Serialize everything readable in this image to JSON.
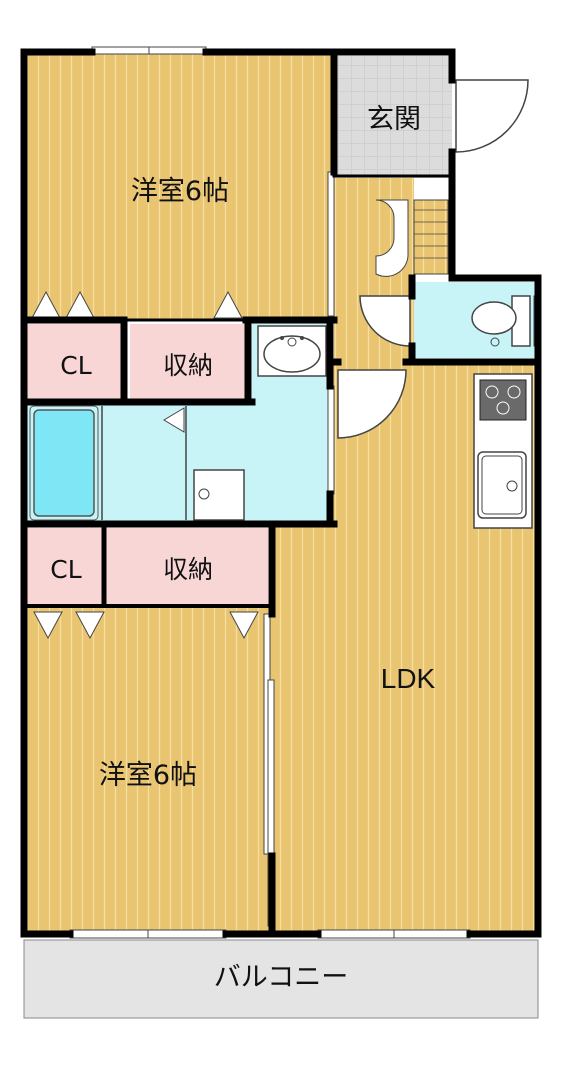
{
  "rooms": {
    "western_room_top": "洋室6帖",
    "entrance": "玄関",
    "closet_top": "CL",
    "storage_top": "収納",
    "closet_bottom": "CL",
    "storage_bottom": "収納",
    "western_room_bottom": "洋室6帖",
    "ldk": "LDK",
    "balcony": "バルコニー"
  },
  "colors": {
    "wood_floor": "#e9c571",
    "wood_line": "#f6dfa3",
    "closet_pink": "#f8d6d6",
    "wet_area": "#c8f4f8",
    "bathtub": "#7ee6f4",
    "entrance_tile": "#dcdcdc",
    "balcony": "#e4e4e4",
    "wall": "#000000"
  }
}
